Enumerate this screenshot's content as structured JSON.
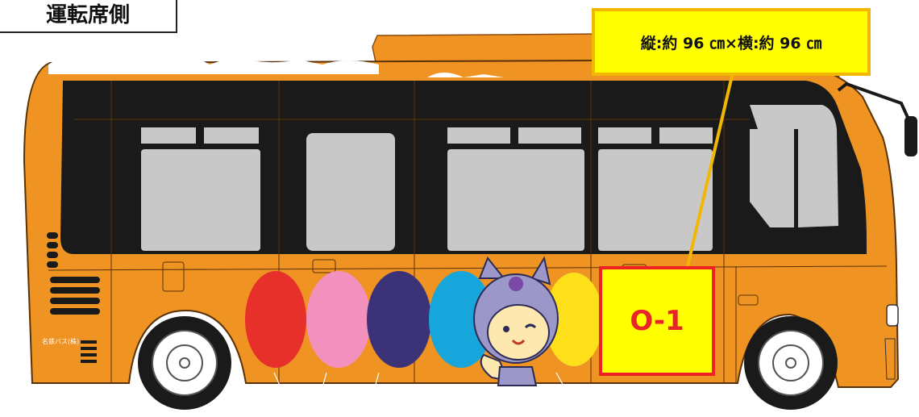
{
  "labels": {
    "side": "運転席側",
    "size": "縦:約 96 ㎝×横:約 96 ㎝",
    "area_id": "O-1",
    "operator_mark": "名鉄バス(株)"
  },
  "colors": {
    "bus_body": "#ef9323",
    "window_band": "#1a1a1a",
    "glass": "#c8c8c8",
    "highlight_fill": "#ffff00",
    "size_border": "#f2b705",
    "area_border": "#ee2222",
    "area_text": "#e8232a"
  },
  "ovals": [
    "#e8302a",
    "#f291bd",
    "#3b3278",
    "#17a6db",
    "#fde01a"
  ],
  "icons": [
    "bus-illustration",
    "mascot-character",
    "wheel-icon",
    "mirror-icon"
  ]
}
